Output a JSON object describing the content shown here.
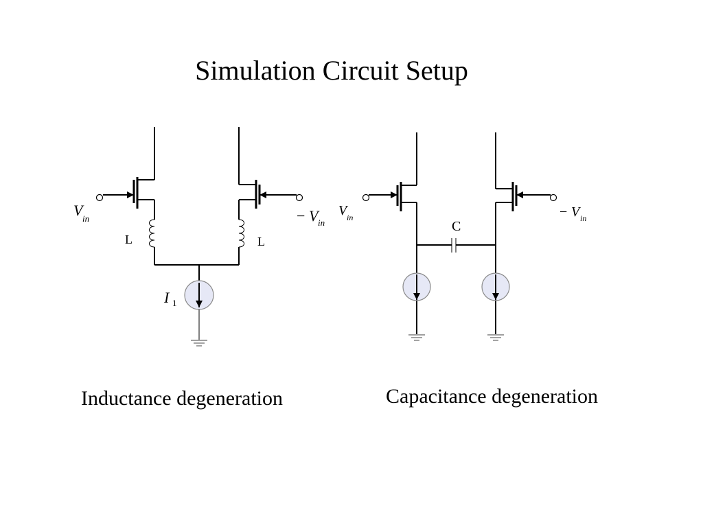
{
  "slide": {
    "title": "Simulation Circuit Setup",
    "caption_left": "Inductance degeneration",
    "caption_right": "Capacitance degeneration"
  },
  "circuit_left": {
    "input_pos": {
      "symbol": "V",
      "sub": "in",
      "sign": ""
    },
    "input_neg": {
      "symbol": "V",
      "sub": "in",
      "sign": "−"
    },
    "inductor_left_label": "L",
    "inductor_right_label": "L",
    "current_source": {
      "symbol": "I",
      "sub": "1"
    }
  },
  "circuit_right": {
    "input_pos": {
      "symbol": "V",
      "sub": "in",
      "sign": ""
    },
    "input_neg": {
      "symbol": "V",
      "sub": "in",
      "sign": "−"
    },
    "capacitor_label": "C"
  },
  "colors": {
    "current_source_fill": "#e6e8f6",
    "current_source_stroke": "#8a8a8a",
    "ground": "#666666"
  }
}
